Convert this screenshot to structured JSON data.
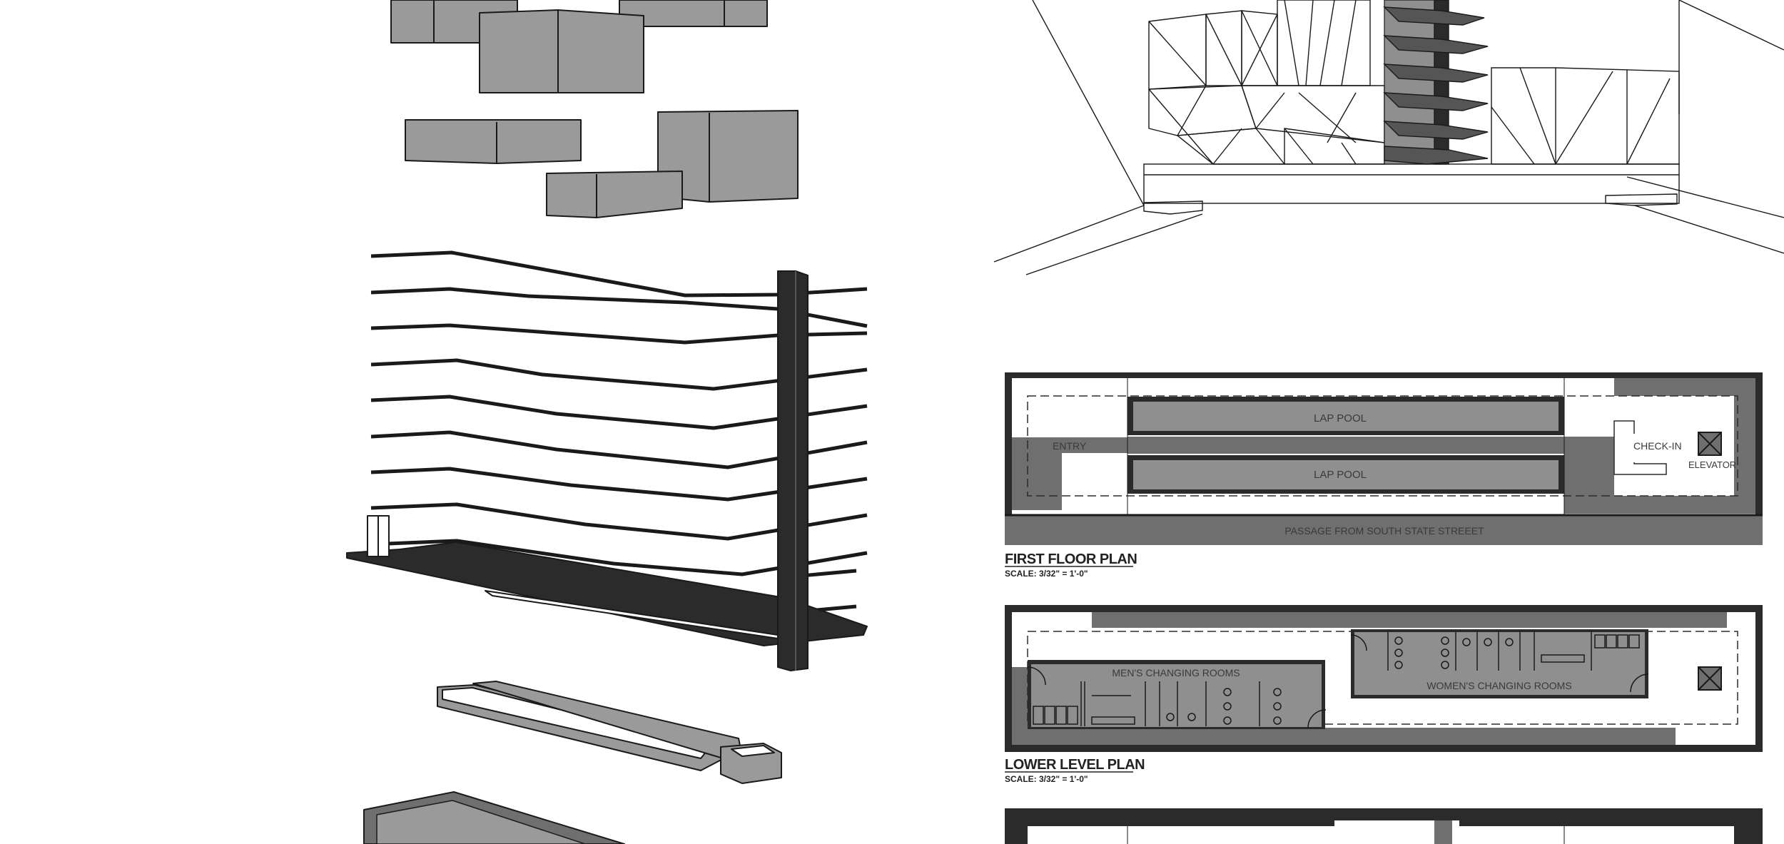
{
  "colors": {
    "dark": "#2b2b2b",
    "mid": "#6f6f6f",
    "box": "#9a9a9a",
    "pool": "#8f8f8f",
    "line": "#1a1a1a",
    "paper": "#ffffff"
  },
  "first_floor": {
    "title": "FIRST FLOOR PLAN",
    "scale": "SCALE: 3/32\" = 1'-0\"",
    "labels": {
      "lap_pool_1": "LAP POOL",
      "lap_pool_2": "LAP POOL",
      "entry": "ENTRY",
      "check_in": "CHECK-IN",
      "elevator": "ELEVATOR",
      "passage": "PASSAGE FROM SOUTH STATE STREEET"
    }
  },
  "lower_level": {
    "title": "LOWER LEVEL PLAN",
    "scale": "SCALE: 3/32\" = 1'-0\"",
    "labels": {
      "mens": "MEN'S CHANGING ROOMS",
      "womens": "WOMEN'S CHANGING ROOMS"
    }
  }
}
